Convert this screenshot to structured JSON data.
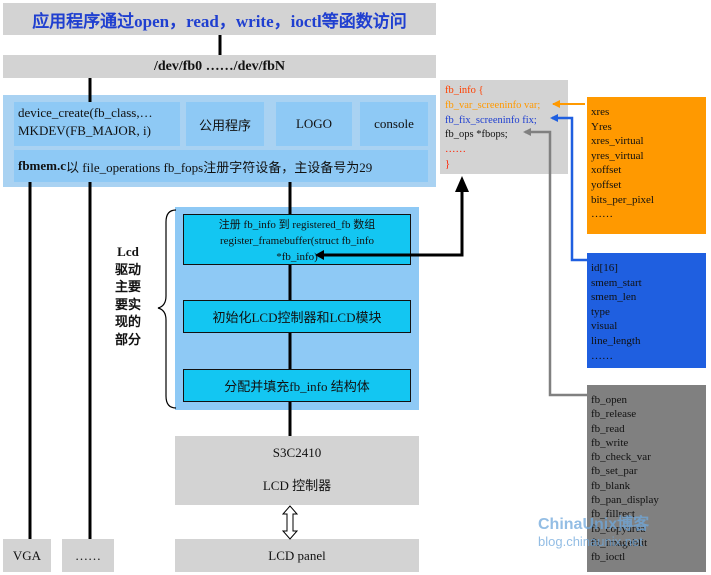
{
  "top": {
    "title": "应用程序通过open，read，write，ioctl等函数访问"
  },
  "dev": {
    "label": "/dev/fb0 ……/dev/fbN"
  },
  "kernel": {
    "device_create_line1": "device_create(fb_class,…",
    "device_create_line2": "MKDEV(FB_MAJOR, i)",
    "app": "公用程序",
    "logo": "LOGO",
    "console": "console",
    "fbmem_bold": "fbmem.c",
    "fbmem_text": " 以 file_operations fb_fops注册字符设备，主设备号为29"
  },
  "lcd": {
    "register_line1": "注册 fb_info 到 registered_fb 数组",
    "register_line2": "register_framebuffer(struct fb_info",
    "register_line3": "*fb_info)",
    "init": "初始化LCD控制器和LCD模块",
    "alloc": "分配并填充fb_info 结构体",
    "side_label": [
      "Lcd",
      "驱动",
      "主要",
      "要实",
      "现的",
      "部分"
    ]
  },
  "hardware": {
    "controller_line1": "S3C2410",
    "controller_line2": "LCD 控制器",
    "panel": "LCD panel",
    "vga": "VGA",
    "dots": "……"
  },
  "struct_fb_info": {
    "line1": "fb_info {",
    "line2": "fb_var_screeninfo var;",
    "line3": "fb_fix_screeninfo fix;",
    "line4": "fb_ops *fbops;",
    "line5": "……",
    "line6": "}"
  },
  "var_fields": [
    "xres",
    "Yres",
    "xres_virtual",
    "yres_virtual",
    "xoffset",
    "yoffset",
    "bits_per_pixel",
    "……"
  ],
  "fix_fields": [
    "id[16]",
    "smem_start",
    "smem_len",
    "type",
    "visual",
    "line_length",
    "……"
  ],
  "ops_fields": [
    "fb_open",
    "fb_release",
    "fb_read",
    "fb_write",
    "fb_check_var",
    "fb_set_par",
    "fb_blank",
    "fb_pan_display",
    "fb_fillrect",
    "fb_copyarea",
    "fb_imageblit",
    "fb_ioctl"
  ],
  "watermark": {
    "line1": "ChinaUnix博客",
    "line2": "blog.chinaunix.net"
  },
  "colors": {
    "orange": "#ff9900",
    "blue": "#1f5fe0",
    "gray": "#808080",
    "lightblue": "#a9d2f2",
    "cyan": "#13c6f2"
  }
}
